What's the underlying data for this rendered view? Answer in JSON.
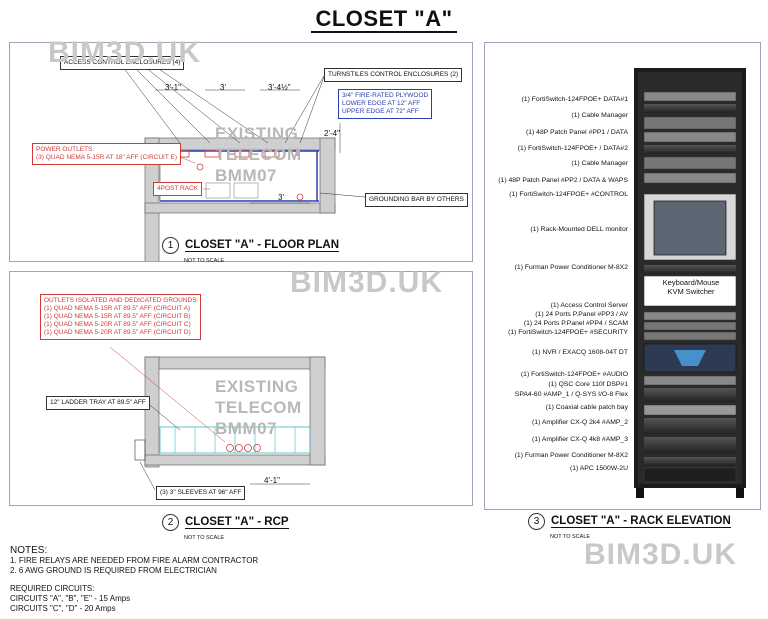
{
  "title": "CLOSET \"A\"",
  "watermark": "BIM3D.UK",
  "floor_plan": {
    "number": "1",
    "title": "CLOSET \"A\" - FLOOR PLAN",
    "subtitle": "NOT TO SCALE",
    "access_control": "ACCESS CONTROL ENCLOSURES (4)",
    "turnstiles": "TURNSTILES CONTROL ENCLOSURES (2)",
    "plywood": [
      "3/4\" FIRE-RATED PLYWOOD",
      "LOWER EDGE AT 12\" AFF",
      "UPPER EDGE AT 72\" AFF"
    ],
    "power_outlets": [
      "POWER OUTLETS",
      "(3) QUAD NEMA 5-15R AT 18\" AFF (CIRCUIT E)"
    ],
    "rack": "4POST RACK",
    "grounding": "GROUNDING BAR BY OTHERS",
    "existing": [
      "EXISTING",
      "TELECOM",
      "BMM07"
    ],
    "dims": [
      "3'-1\"",
      "3'",
      "3'-4½\"",
      "2'-4\"",
      "3'"
    ]
  },
  "rcp": {
    "number": "2",
    "title": "CLOSET \"A\" - RCP",
    "subtitle": "NOT TO SCALE",
    "outlets_title": "OUTLETS ISOLATED AND DEDICATED GROUNDS",
    "outlets": [
      "(1) QUAD NEMA 5-15R AT 89.5\" AFF (CIRCUIT A)",
      "(1) QUAD NEMA 5-15R AT 89.5\" AFF (CIRCUIT B)",
      "(1) QUAD NEMA 5-20R AT 89.5\" AFF (CIRCUIT C)",
      "(1) QUAD NEMA 5-20R AT 89.5\" AFF (CIRCUIT D)"
    ],
    "ladder": "12\" LADDER TRAY AT 89.5\" AFF",
    "sleeves": "(3) 3\" SLEEVES AT 96\" AFF",
    "existing": [
      "EXISTING",
      "TELECOM",
      "BMM07"
    ],
    "dim": "4'-1\""
  },
  "rack": {
    "number": "3",
    "title": "CLOSET \"A\" - RACK ELEVATION",
    "subtitle": "NOT TO SCALE",
    "kvm": [
      "Keyboard/Mouse",
      "KVM Switcher"
    ],
    "labels": [
      "(1) FortiSwitch-124FPOE+ DATA#1",
      "(1) Cable Manager",
      "(1) 48P Patch Panel #PP1 / DATA",
      "(1) FortiSwitch-124FPOE+ / DATA#2",
      "(1) Cable Manager",
      "(1) 48P Patch Panel #PP2 / DATA & WAPS",
      "(1) FortiSwitch-124FPOE+ #CONTROL",
      "(1) Rack-Mounted DELL monitor",
      "(1) Furman Power Conditioner M-8X2",
      "(1) Access Control Server",
      "(1) 24 Ports P.Panel #PP3 / AV",
      "(1) 24 Ports P.Panel #PP4 / SCAM",
      "(1) FortiSwitch-124FPOE+ #SECURITY",
      "(1) NVR / EXACQ 1608-04T DT",
      "(1) FortiSwitch-124FPOE+ #AUDIO",
      "(1) QSC Core 110f DSP#1",
      "SPA4-60 #AMP_1 / Q-SYS I/O-8 Flex",
      "(1) Coaxial cable patch bay",
      "(1) Amplifier CX-Q 2k4 #AMP_2",
      "(1) Amplifier CX-Q 4k8 #AMP_3",
      "(1) Furman Power Conditioner M-8X2",
      "(1) APC 1500W-2U"
    ]
  },
  "notes": {
    "heading": "NOTES:",
    "items": [
      "1. FIRE RELAYS ARE NEEDED FROM FIRE ALARM CONTRACTOR",
      "2. 6 AWG GROUND IS REQUIRED FROM ELECTRICIAN"
    ],
    "req_heading": "REQUIRED CIRCUITS:",
    "req_items": [
      "CIRCUITS \"A\", \"B\", \"E\" - 15 Amps",
      "CIRCUITS \"C\", \"D\" - 20 Amps"
    ]
  }
}
